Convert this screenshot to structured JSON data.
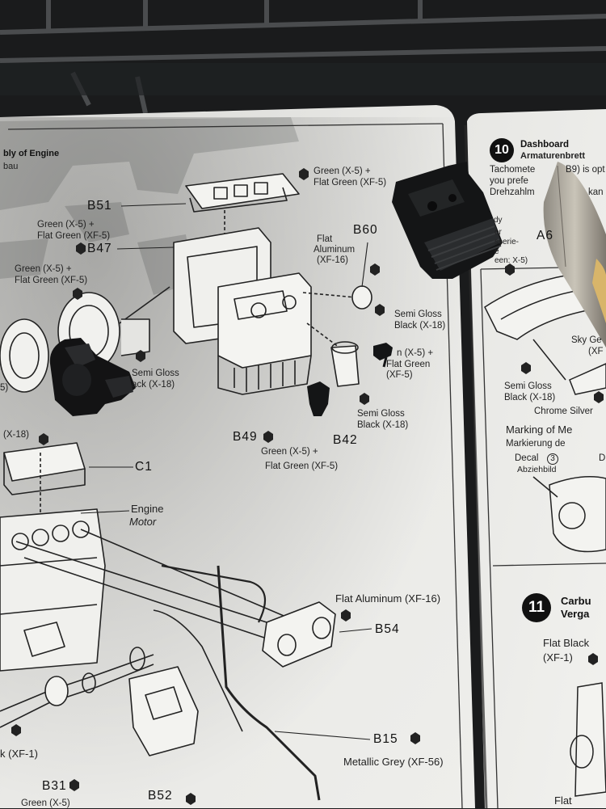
{
  "left_page": {
    "section_title_en": "bly of Engine",
    "section_title_de": "bau",
    "parts": {
      "b51": "B51",
      "b47": "B47",
      "b60": "B60",
      "b49": "B49",
      "b42": "B42",
      "c1": "C1",
      "b54": "B54",
      "b15": "B15",
      "b31": "B31",
      "b52": "B52"
    },
    "paint_callouts": {
      "b51_green": "Green (X-5) +",
      "b51_flat_green": "Flat Green (XF-5)",
      "b47_green": "Green (X-5) +",
      "b47_flat_green": "Flat Green (XF-5)",
      "left_green": "Green (X-5) +",
      "left_flat_green": "Flat Green (XF-5)",
      "b60_flat": "Flat",
      "b60_aluminum": "Aluminum",
      "b60_code": "(XF-16)",
      "b60_semi_gloss": "Semi Gloss",
      "b60_black": "Black (X-18)",
      "right_green": "n (X-5) +",
      "right_flat_green": "Flat Green",
      "right_code": "(XF-5)",
      "center_semi_gloss": "Semi Gloss",
      "center_black": "ack (X-18)",
      "b42_semi_gloss": "Semi Gloss",
      "b42_black": "Black (X-18)",
      "b49_green": "Green (X-5) +",
      "b49_flat_green": "Flat Green (XF-5)",
      "x18": "(X-18)",
      "engine": "Engine",
      "motor": "Motor",
      "b54_paint": "Flat Aluminum (XF-16)",
      "b15_paint": "Metallic Grey (XF-56)",
      "xf1": "k (XF-1)",
      "edge_five": "5)",
      "bottom_cut": "Green (X-5)"
    }
  },
  "right_page": {
    "step10_number": "10",
    "step10_title_en": "Dashboard",
    "step10_title_de": "Armaturenbrett",
    "text_line1": "Tachomete",
    "text_code": "B9) is opt",
    "text_line2": "you prefe",
    "text_line3": "Drehzahlm",
    "text_cut3": "kan",
    "body_lbl1": "dy",
    "body_lbl2": "or",
    "body_lbl3": "sserie-",
    "body_lbl4": "e",
    "body_lbl5": "een: X-5)",
    "a6": "A6",
    "sky": "Sky Ge",
    "sky_code": "(XF",
    "semi_gloss": "Semi Gloss",
    "black": "Black (X-18)",
    "chrome": "Chrome Silver",
    "marking_en": "Marking of Me",
    "marking_de": "Markierung de",
    "decal": "Decal",
    "decal_num": "3",
    "decal_de": "Abziehbild",
    "decal_cut": "D",
    "step11_number": "11",
    "step11_title_en": "Carbu",
    "step11_title_de": "Verga",
    "flat_black": "Flat Black",
    "flat_black_code": "(XF-1)",
    "flat_bottom": "Flat"
  }
}
